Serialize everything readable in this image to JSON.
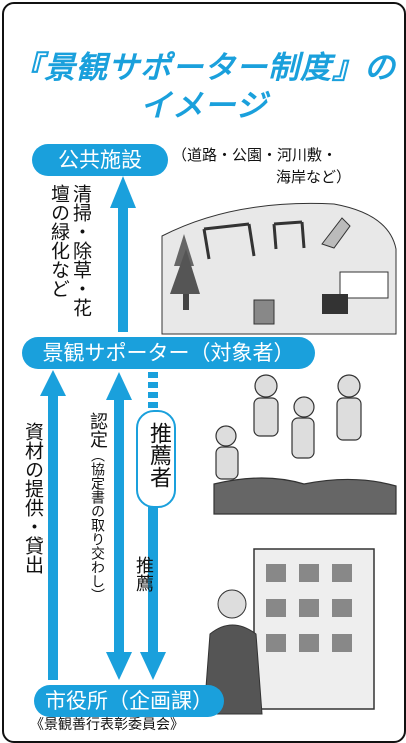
{
  "title_line1": "『景観サポーター制度』の",
  "title_line2": "イメージ",
  "nodes": {
    "public": "公共施設",
    "public_note_line1": "（道路・公園・河川敷・",
    "public_note_line2": "海岸など）",
    "supporter": "景観サポーター（対象者）",
    "city": "市役所（企画課）",
    "committee": "《景観善行表彰委員会》"
  },
  "flows": {
    "cleaning": "清掃・除草・花壇の緑化など",
    "materials": "資材の提供・貸出",
    "certification": "認定",
    "certification_note": "（協定書の取り交わし）",
    "recommender": "推薦者",
    "recommend": "推薦"
  },
  "colors": {
    "accent": "#1aa0dc"
  }
}
